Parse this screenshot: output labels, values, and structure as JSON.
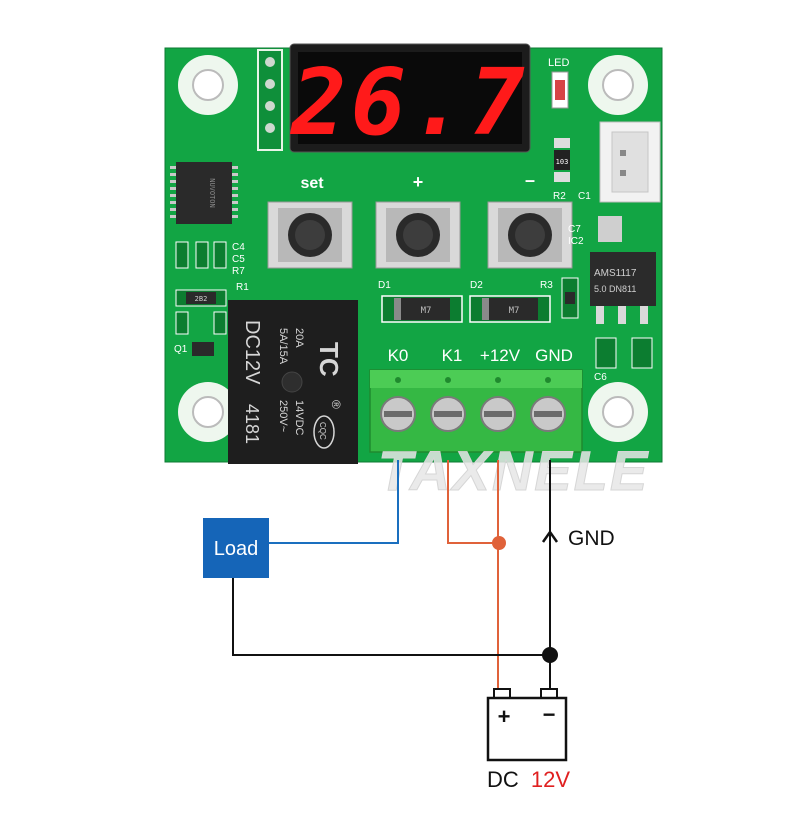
{
  "display": {
    "digits": "26.7"
  },
  "board": {
    "labels": {
      "led": "LED",
      "set": "set",
      "plus": "+",
      "minus": "–",
      "r2": "R2",
      "c1": "C1",
      "c7": "C7",
      "ic2": "IC2",
      "c4": "C4",
      "c5": "C5",
      "r7": "R7",
      "r1": "R1",
      "d1": "D1",
      "d2": "D2",
      "r3": "R3",
      "c6": "C6",
      "q1": "Q1",
      "diode_mark": "M7",
      "smd_code": "2B2",
      "r2_code": "103",
      "chip_text": "NUVOTON",
      "regulator_line1": "AMS1117",
      "regulator_line2": "5.0  DN811"
    },
    "relay": {
      "brand": "TC",
      "line_20a": "20A",
      "line_14vdc": "14VDC",
      "line_5a15a": "5A/15A",
      "line_250v": "250V~",
      "model": "DC12V",
      "number": "4181",
      "cqc": "CQC",
      "reg": "®"
    },
    "terminals": [
      "K0",
      "K1",
      "+12V",
      "GND"
    ]
  },
  "watermark": "TAXNELE",
  "wiring": {
    "load_label": "Load",
    "gnd_label": "GND",
    "battery_plus": "+",
    "battery_minus": "−",
    "dc_text": "DC",
    "dc_voltage": "12V"
  },
  "colors": {
    "pcb": "#12a544",
    "terminal_block": "#35b844",
    "display_red": "#ff1a1a",
    "load_box": "#1565b8",
    "wire_blue": "#1a6fbf",
    "wire_orange": "#e0623a",
    "wire_black": "#111111",
    "voltage_red": "#e02020"
  }
}
